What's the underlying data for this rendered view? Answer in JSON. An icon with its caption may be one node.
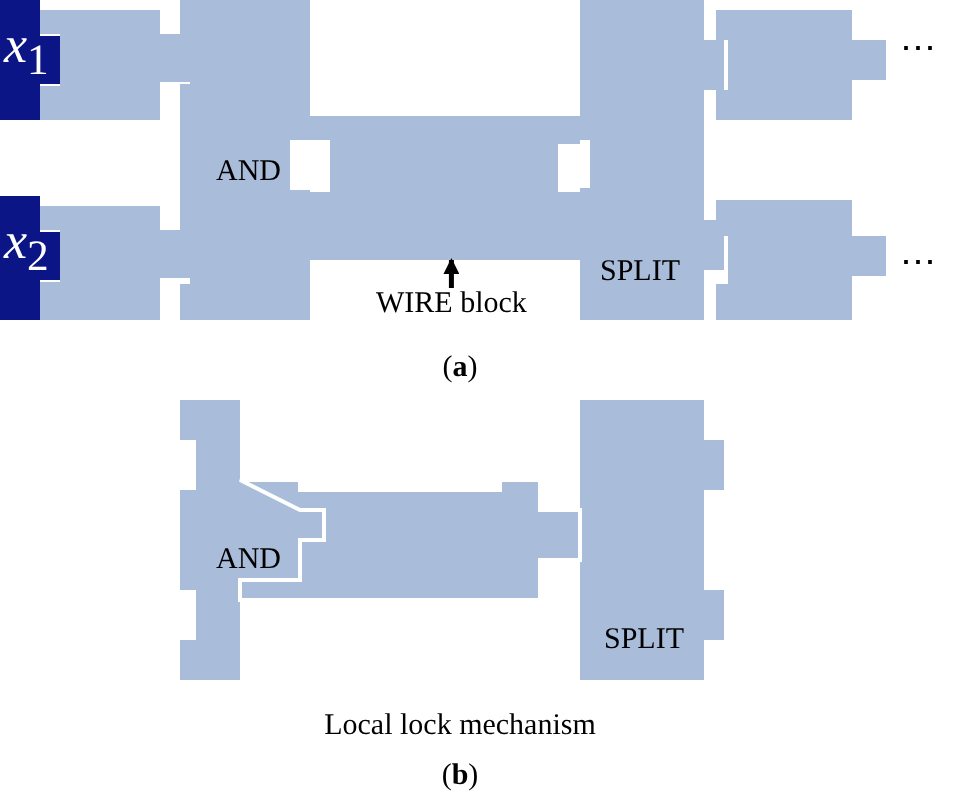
{
  "diagram": {
    "nodes": [
      {
        "text": [
          "*x*$_{1}$"
        ]
      },
      {
        "text": [],
        "shape": "box"
      },
      {
        "text": [
          "*x*$_{2}$"
        ]
      },
      {
        "text": [],
        "shape": "box"
      },
      {
        "text": [
          "AND"
        ]
      },
      {
        "text": [],
        "shape": "box"
      },
      {
        "text": [
          "WIRE block"
        ]
      },
      {
        "text": [
          "SPLIT"
        ]
      },
      {
        "text": [],
        "shape": "box",
        "beside": [
          "⋯"
        ]
      },
      {
        "text": [],
        "shape": "box",
        "beside": [
          "⋯"
        ]
      },
      {
        "text": [
          "AND"
        ]
      },
      {
        "text": [],
        "shape": "box"
      },
      {
        "text": [
          "SPLIT"
        ]
      }
    ],
    "edges": [
      {
        "from": 6,
        "to": 5,
        "arrow": "to"
      }
    ],
    "labels": [
      "(**a**)",
      "Local lock mechanism",
      "(**b**)"
    ]
  }
}
